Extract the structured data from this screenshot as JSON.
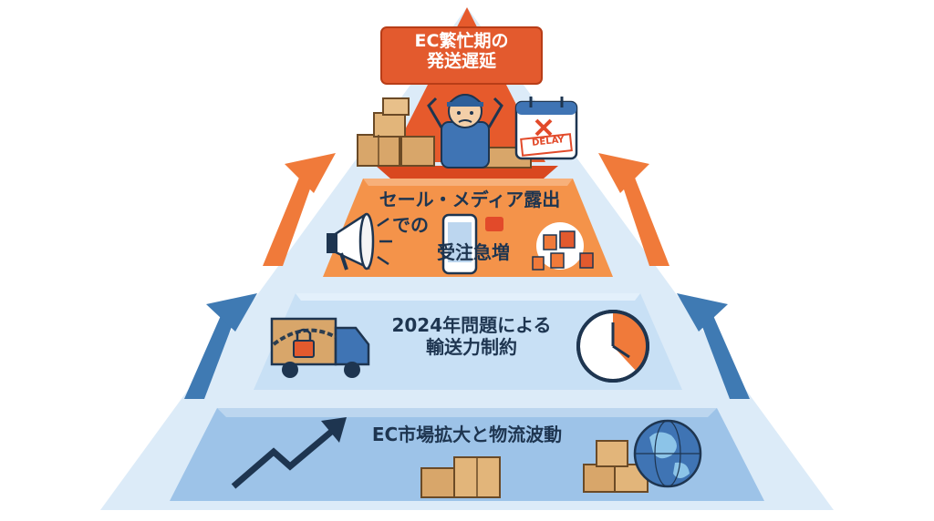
{
  "diagram": {
    "layers": [
      {
        "id": "top",
        "lines": [
          "EC繁忙期の",
          "発送遅延"
        ]
      },
      {
        "id": "layer2",
        "lines": [
          "セール・メディア露出",
          "での",
          "受注急増"
        ]
      },
      {
        "id": "layer3",
        "lines": [
          "2024年問題による",
          "輸送力制約"
        ]
      },
      {
        "id": "base",
        "lines": [
          "EC市場拡大と物流波動"
        ]
      }
    ],
    "badge_text": "DELAY",
    "colors": {
      "top": "#e65a2c",
      "layer2": "#f4934a",
      "layer3": "#c8e0f5",
      "base": "#9dc3e8",
      "arrow_orange": "#f07a3a",
      "arrow_blue": "#3f7ab3",
      "text_dark": "#1e3550",
      "text_light": "#ffffff"
    },
    "icons": [
      "boxes-icon",
      "stressed-worker-icon",
      "calendar-delay-icon",
      "megaphone-icon",
      "smartphone-icon",
      "shopping-bags-icon",
      "chained-truck-icon",
      "padlock-icon",
      "clock-icon",
      "trend-arrow-icon",
      "cardboard-box-icon",
      "globe-icon"
    ]
  }
}
